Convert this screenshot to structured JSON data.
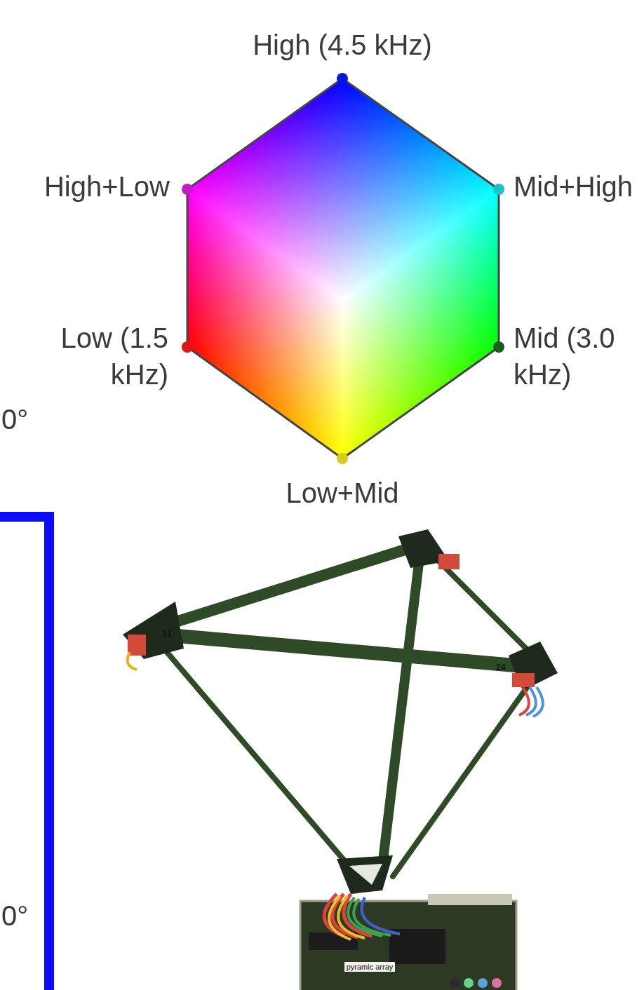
{
  "diagram": {
    "labels": [
      "High (4.5 kHz)",
      "High+Low",
      "Mid+High",
      "Low (1.5 kHz)",
      "Mid (3.0 kHz)",
      "0°",
      "Low+Mid",
      "0°",
      "31",
      "24",
      "pyramic array"
    ]
  }
}
